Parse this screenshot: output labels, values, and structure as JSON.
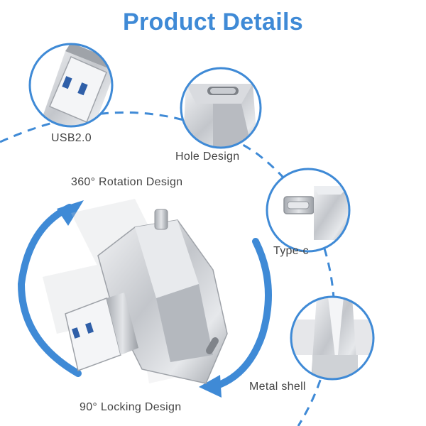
{
  "title": "Product Details",
  "labels": {
    "usb": "USB2.0",
    "hole": "Hole Design",
    "typec": "Type-c",
    "metal": "Metal shell",
    "rotation": "360° Rotation Design",
    "locking": "90° Locking Design"
  },
  "colors": {
    "accent": "#3f8ad6",
    "text": "#444444",
    "metal": "#c9ccd1"
  },
  "icons": [
    "usb-connector-icon",
    "hole-design-icon",
    "type-c-connector-icon",
    "metal-shell-icon",
    "rotation-arrow-icon"
  ]
}
